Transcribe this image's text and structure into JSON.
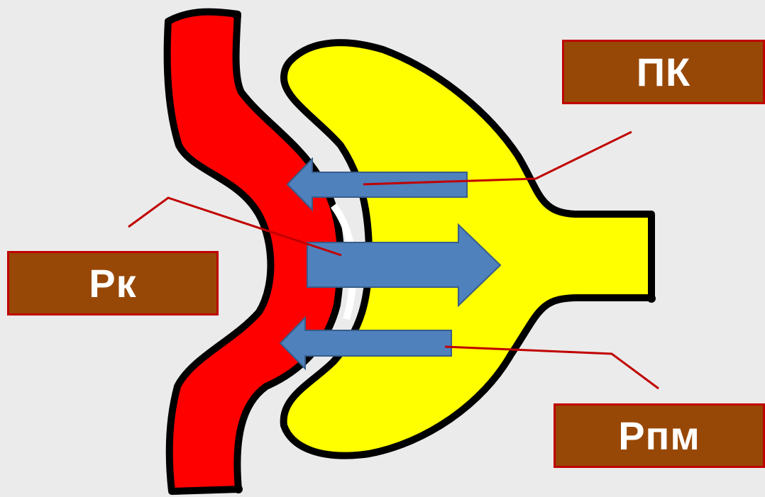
{
  "colors": {
    "background": "#ebebeb",
    "capillary": "#ff0000",
    "interstitium": "#ffff00",
    "outline": "#000000",
    "arrow_fill": "#4f81bd",
    "arrow_stroke": "#385d8a",
    "label_fill": "#984806",
    "label_border": "#c00000",
    "leader_line": "#c00000",
    "label_text": "#ffffff"
  },
  "labels": {
    "ptk": "ПК",
    "rk": "Рк",
    "rpm": "Рпм"
  },
  "arrows": [
    {
      "name": "arrow-top",
      "direction": "left"
    },
    {
      "name": "arrow-middle",
      "direction": "right"
    },
    {
      "name": "arrow-bottom",
      "direction": "left"
    }
  ]
}
